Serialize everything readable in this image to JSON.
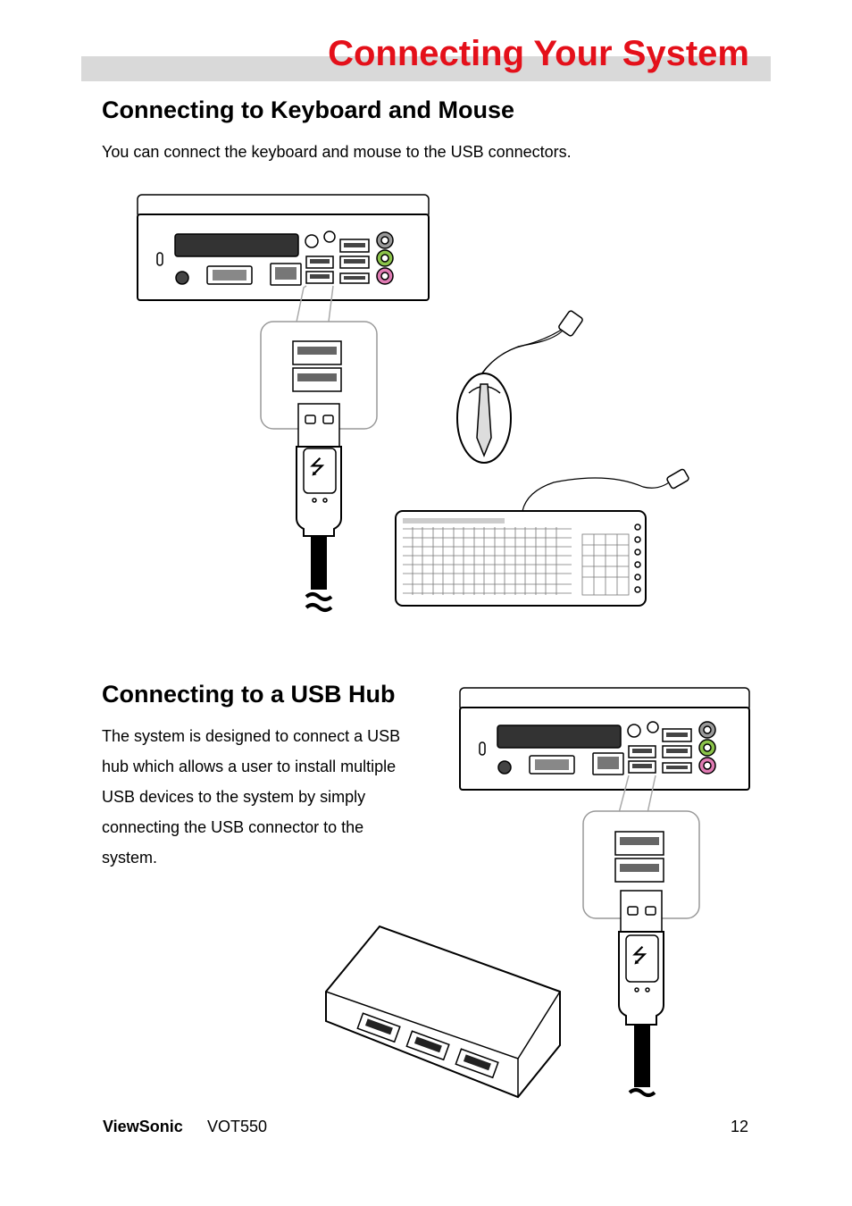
{
  "header": {
    "title": "Connecting Your System",
    "band_color": "#d9d9d9",
    "title_color": "#e4101a"
  },
  "section1": {
    "heading": "Connecting to Keyboard and Mouse",
    "body": "You can connect the keyboard and mouse to the USB connectors."
  },
  "section2": {
    "heading": "Connecting to a USB Hub",
    "lines": [
      "The system is designed to connect a USB",
      "hub which allows a user to install multiple",
      "USB devices to the system by simply",
      "connecting the USB connector to the",
      "system."
    ]
  },
  "footer": {
    "brand": "ViewSonic",
    "model": "VOT550",
    "page": "12"
  }
}
